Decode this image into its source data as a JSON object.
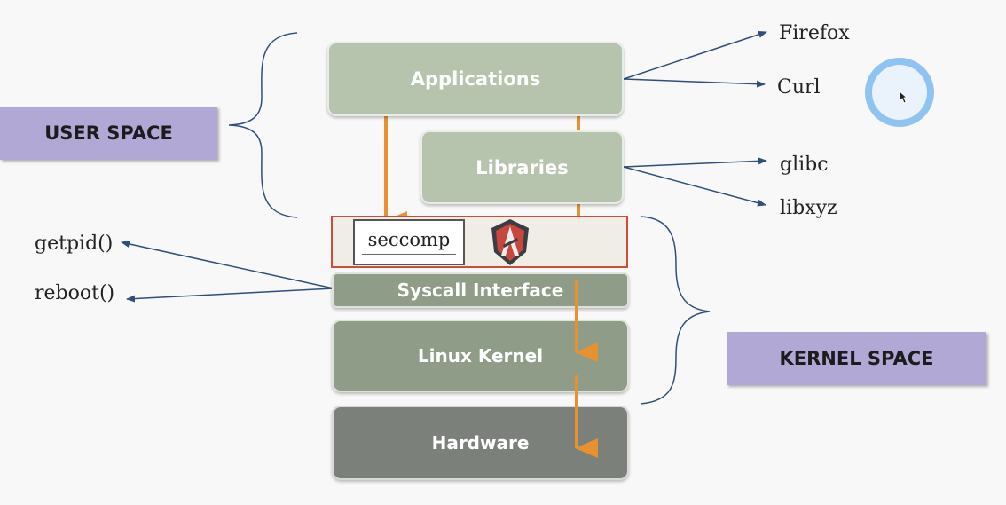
{
  "diagram": {
    "layers": {
      "applications": "Applications",
      "libraries": "Libraries",
      "seccomp": "seccomp",
      "syscall_interface": "Syscall Interface",
      "linux_kernel": "Linux Kernel",
      "hardware": "Hardware"
    },
    "regions": {
      "user_space": "USER SPACE",
      "kernel_space": "KERNEL SPACE"
    },
    "applications_examples": [
      "Firefox",
      "Curl"
    ],
    "library_examples": [
      "glibc",
      "libxyz"
    ],
    "syscalls": [
      "getpid()",
      "reboot()"
    ]
  },
  "icons": {
    "seccomp_shield": "shield-icon",
    "cursor": "pointer-icon"
  },
  "colors": {
    "upper_layer": "#b6c4ad",
    "kernel_layer": "#8f9d88",
    "hardware_layer": "#7c807b",
    "region_label": "#b1a8d6",
    "flow_arrow": "#e8922f",
    "link_arrow": "#2f4f7a",
    "seccomp_border": "#d24b3a"
  }
}
